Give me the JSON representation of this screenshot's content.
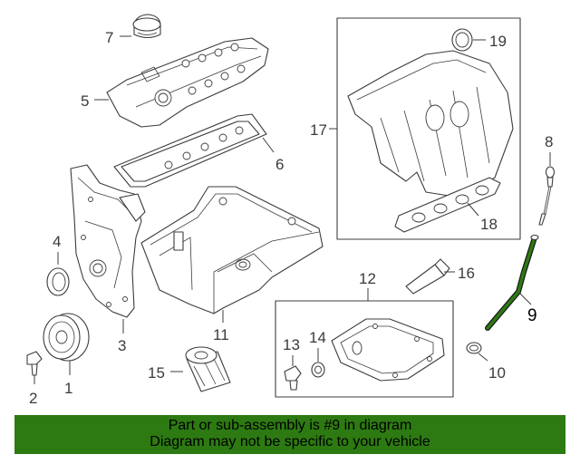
{
  "diagram": {
    "labels": [
      "1",
      "2",
      "3",
      "4",
      "5",
      "6",
      "7",
      "8",
      "9",
      "10",
      "11",
      "12",
      "13",
      "14",
      "15",
      "16",
      "17",
      "18",
      "19"
    ],
    "highlighted_part": "9",
    "highlight_color": "#2d7a12"
  },
  "footer": {
    "line1": "Part or sub-assembly is #9 in diagram",
    "line2": "Diagram may not be specific to your vehicle",
    "background": "#2d7a12"
  }
}
